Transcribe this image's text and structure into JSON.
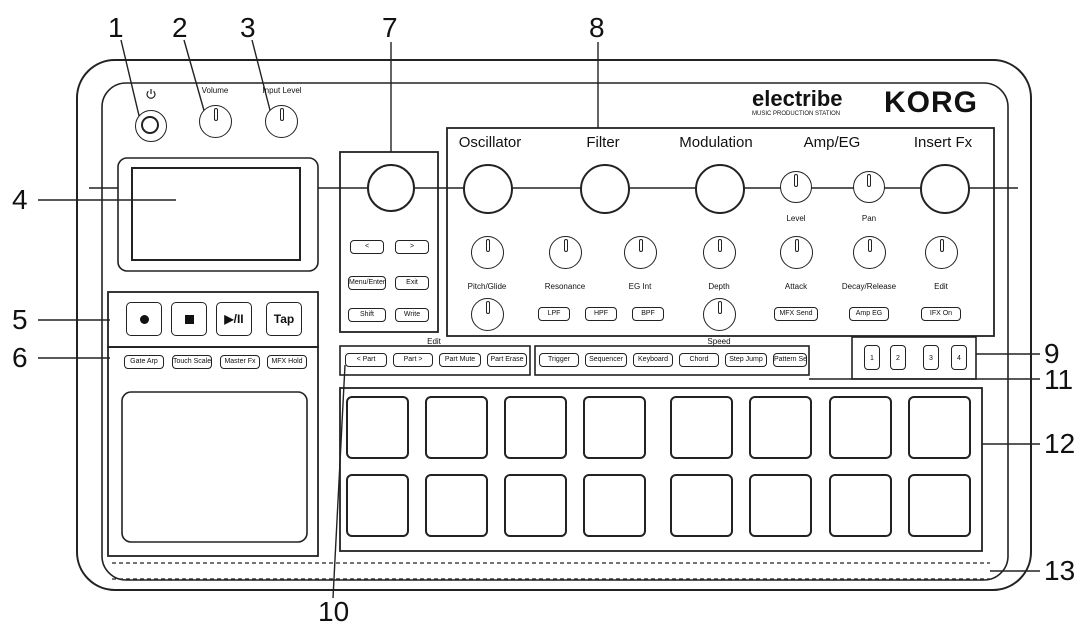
{
  "callouts": [
    "1",
    "2",
    "3",
    "4",
    "5",
    "6",
    "7",
    "8",
    "9",
    "10",
    "11",
    "12",
    "13"
  ],
  "brand": {
    "product": "electribe",
    "tagline": "MUSIC PRODUCTION STATION",
    "maker": "KORG"
  },
  "top": {
    "power_icon": "power-icon",
    "volume": "Volume",
    "input_level": "Input Level"
  },
  "sections": {
    "oscillator": "Oscillator",
    "filter": "Filter",
    "modulation": "Modulation",
    "ampeg": "Amp/EG",
    "insertfx": "Insert Fx"
  },
  "knob_labels": {
    "level": "Level",
    "pan": "Pan",
    "pitch_glide": "Pitch/Glide",
    "resonance": "Resonance",
    "eg_int": "EG Int",
    "depth": "Depth",
    "attack": "Attack",
    "decay_release": "Decay/Release",
    "edit": "Edit"
  },
  "filter_buttons": [
    "LPF",
    "HPF",
    "BPF"
  ],
  "section_buttons": {
    "mfx_send": "MFX Send",
    "amp_eg": "Amp EG",
    "ifx_on": "IFX On"
  },
  "nav": {
    "left": "<",
    "right": ">",
    "menu_enter": "Menu/Enter",
    "exit": "Exit",
    "shift": "Shift",
    "write": "Write"
  },
  "transport": {
    "record_icon": "record-icon",
    "stop_icon": "stop-icon",
    "play_pause": "▶/II",
    "tap": "Tap"
  },
  "func_buttons": [
    "Gate Arp",
    "Touch Scale",
    "Master Fx",
    "MFX Hold"
  ],
  "part_buttons": [
    "< Part",
    "Part >",
    "Part Mute",
    "Part Erase"
  ],
  "part_group_label": "Edit",
  "mode_buttons": [
    "Trigger",
    "Sequencer",
    "Keyboard",
    "Chord",
    "Step Jump",
    "Pattern Set"
  ],
  "mode_group_label": "Speed",
  "number_buttons": [
    "1",
    "2",
    "3",
    "4"
  ]
}
